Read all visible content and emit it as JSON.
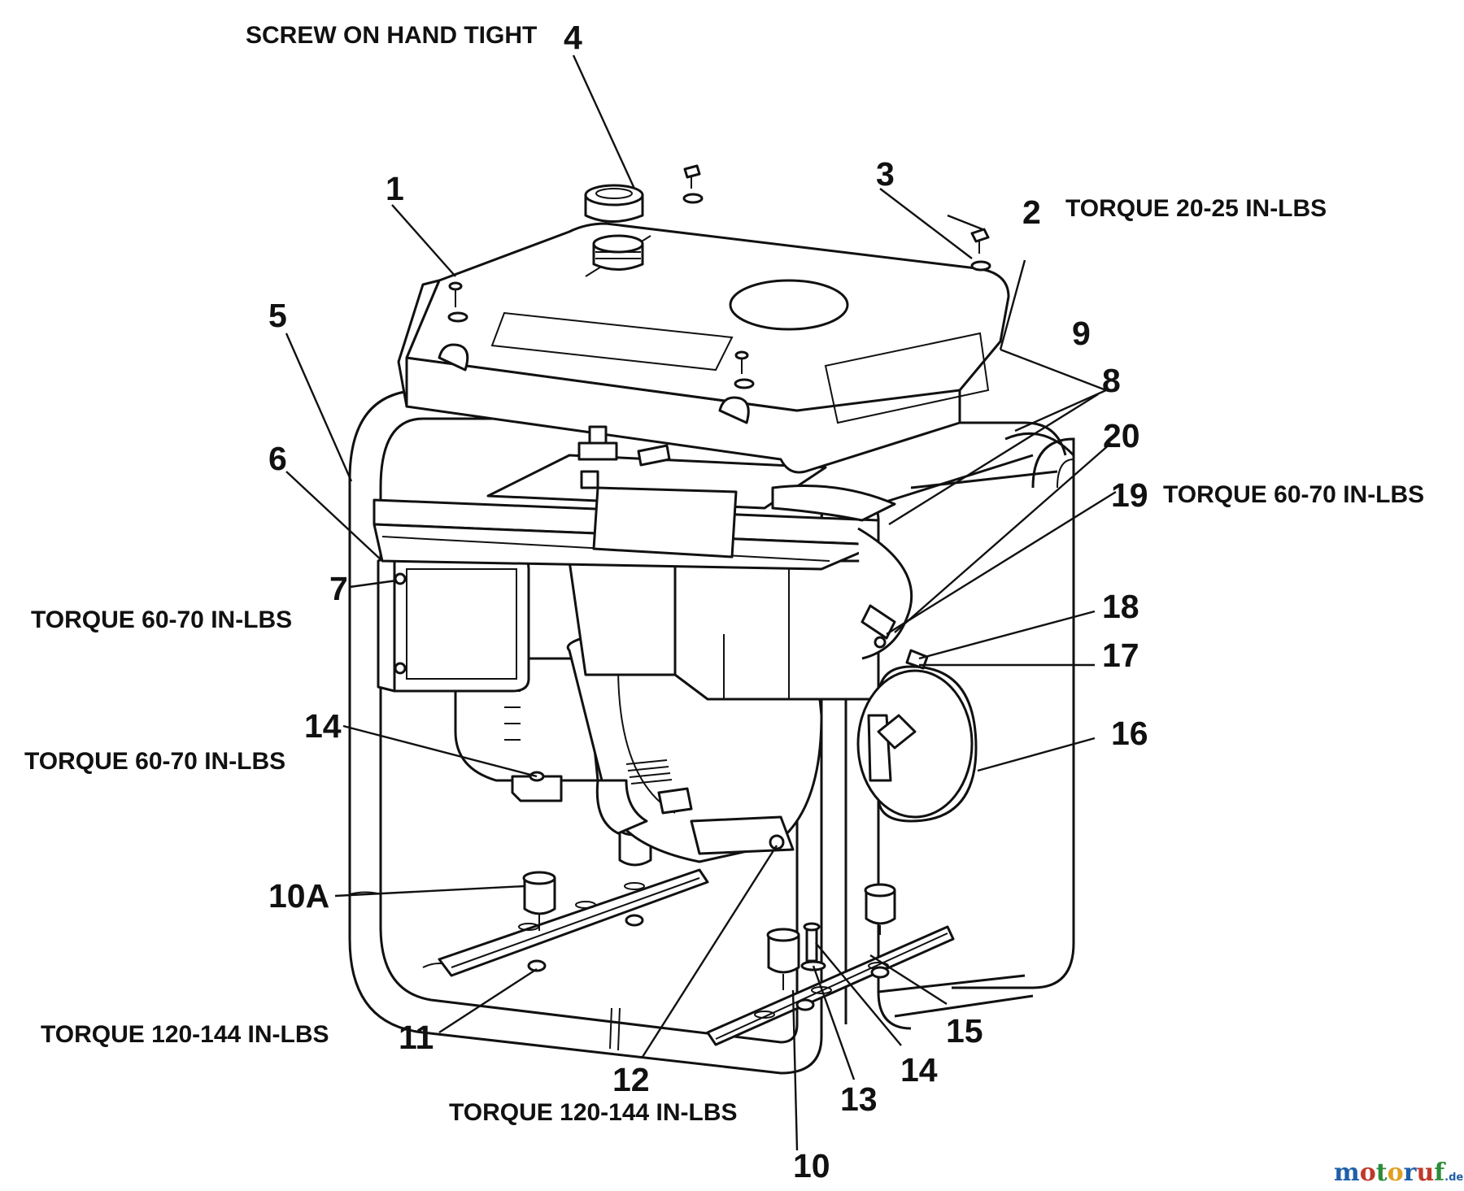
{
  "callouts": {
    "c1": "1",
    "c2": "2",
    "c3": "3",
    "c4": "4",
    "c5": "5",
    "c6": "6",
    "c7": "7",
    "c8": "8",
    "c9": "9",
    "c10": "10",
    "c10a": "10A",
    "c11": "11",
    "c12": "12",
    "c13": "13",
    "c14a": "14",
    "c14b": "14",
    "c15": "15",
    "c16": "16",
    "c17": "17",
    "c18": "18",
    "c19": "19",
    "c20": "20"
  },
  "notes": {
    "screw_on": "SCREW ON HAND TIGHT",
    "torque_2": "TORQUE 20-25 IN-LBS",
    "torque_19": "TORQUE 60-70 IN-LBS",
    "torque_7": "TORQUE 60-70 IN-LBS",
    "torque_14": "TORQUE 60-70 IN-LBS",
    "torque_11": "TORQUE 120-144 IN-LBS",
    "torque_12": "TORQUE 120-144 IN-LBS"
  },
  "watermark": {
    "brand": "motoruf",
    "suffix": ".de",
    "colors": {
      "m": "#1f5fa8",
      "o1": "#c0392b",
      "t": "#2e8b3a",
      "o2": "#e0a020",
      "r": "#1f5fa8",
      "u": "#c0392b",
      "f": "#2e8b3a"
    }
  }
}
